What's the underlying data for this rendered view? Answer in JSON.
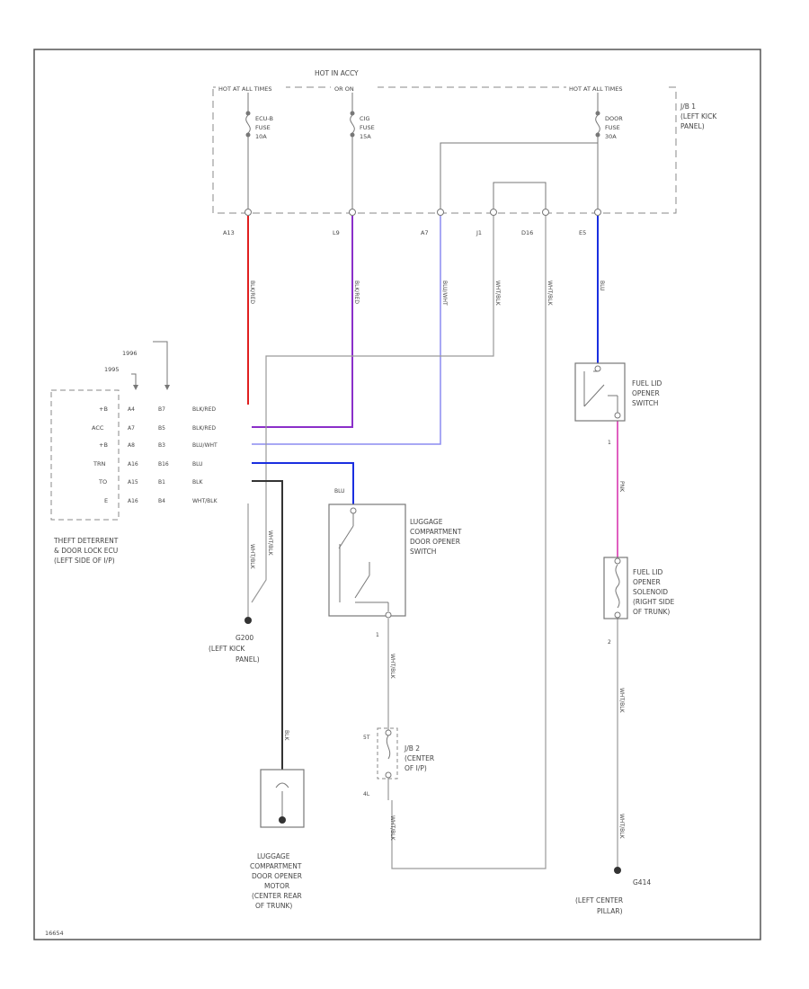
{
  "fuse_box": {
    "title": "HOT IN ACCY",
    "top_labels": [
      "HOT AT ALL TIMES",
      "OR ON",
      "HOT AT ALL TIMES"
    ],
    "name_lines": [
      "J/B 1",
      "(LEFT KICK",
      "PANEL)"
    ],
    "fuses": [
      {
        "lines": [
          "ECU-B",
          "FUSE",
          "10A"
        ]
      },
      {
        "lines": [
          "CIG",
          "FUSE",
          "15A"
        ]
      },
      {
        "lines": [
          "DOOR",
          "FUSE",
          "30A"
        ]
      }
    ],
    "pins": [
      "A13",
      "L9",
      "A7",
      "J1",
      "D16",
      "E5"
    ]
  },
  "wires": {
    "vertical": [
      "BLK/RED",
      "BLK/RED",
      "BLU/WHT",
      "WHT/BLK",
      "WHT/BLK",
      "BLU"
    ],
    "ecu_rows": [
      "BLK/RED",
      "BLK/RED",
      "BLU/WHT",
      "BLU",
      "BLK",
      "WHT/BLK"
    ],
    "ecu_drop_1": "WHT/BLK",
    "ecu_drop_2": "WHT/BLK",
    "motor_feed": "BLK",
    "lock_switch_down": "WHT/BLK",
    "lock_switch_down_2": "WHT/BLK",
    "fuel_switch_down": "PNK",
    "fuel_sol_down": "WHT/BLK",
    "fuel_sol_down_2": "WHT/BLK"
  },
  "ecu": {
    "col_heads": [
      "1995",
      "1996"
    ],
    "pins": [
      "+B",
      "ACC",
      "+B",
      "TRN",
      "TO",
      "E"
    ],
    "pins_1995": [
      "A4",
      "A7",
      "A8",
      "A16",
      "A15",
      "A16"
    ],
    "pins_1996": [
      "B7",
      "B5",
      "B3",
      "B16",
      "B1",
      "B4"
    ],
    "name_lines": [
      "THEFT DETERRENT",
      "& DOOR LOCK ECU",
      "(LEFT SIDE OF I/P)"
    ]
  },
  "ground_1": {
    "name_lines": [
      "G200",
      "(LEFT KICK",
      "PANEL)"
    ]
  },
  "ground_2": {
    "name_lines": [
      "G414",
      "(LEFT CENTER",
      "PILLAR)"
    ]
  },
  "lug_switch": {
    "wire_tag": "BLU",
    "name_lines": [
      "LUGGAGE",
      "COMPARTMENT",
      "DOOR OPENER",
      "SWITCH"
    ],
    "pin": "1"
  },
  "jb2": {
    "pins": [
      "5T",
      "4L"
    ],
    "name_lines": [
      "J/B 2",
      "(CENTER",
      "OF I/P)"
    ]
  },
  "fuel_switch": {
    "name_lines": [
      "FUEL LID",
      "OPENER",
      "SWITCH"
    ],
    "pin": "1"
  },
  "fuel_solenoid": {
    "name_lines": [
      "FUEL LID",
      "OPENER",
      "SOLENOID",
      "(RIGHT SIDE",
      "OF TRUNK)"
    ],
    "pin": "2"
  },
  "motor": {
    "name_lines": [
      "LUGGAGE",
      "COMPARTMENT",
      "DOOR OPENER",
      "MOTOR",
      "(CENTER REAR",
      "OF TRUNK)"
    ]
  },
  "figure_id": "16654",
  "colors": {
    "red_wire": "#e02020",
    "violet_wire": "#8b2fc9",
    "blue_wire": "#1a2fe0",
    "light_blue_wire": "#8c8cf0",
    "pink_wire": "#e060c0",
    "black_wire": "#333333",
    "gray_wire": "#9a9a9a",
    "dash": "#888888"
  }
}
